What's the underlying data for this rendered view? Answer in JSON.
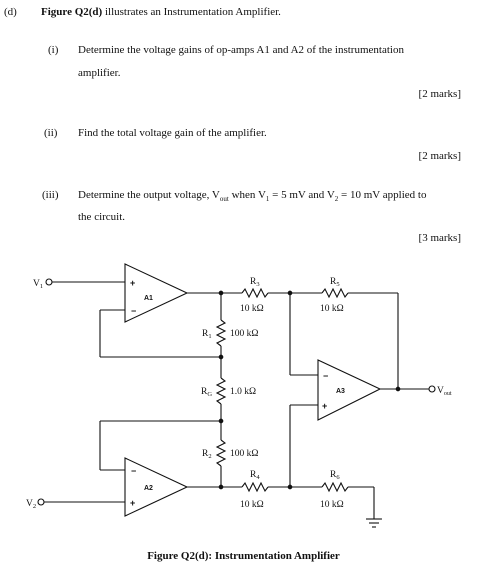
{
  "question": {
    "part_label": "(d)",
    "intro_bold": "Figure Q2(d)",
    "intro_rest": " illustrates an Instrumentation Amplifier.",
    "items": [
      {
        "label": "(i)",
        "line1": "Determine the voltage gains of op-amps A1 and A2 of the instrumentation",
        "line2": "amplifier.",
        "marks": "[2 marks]"
      },
      {
        "label": "(ii)",
        "line1": "Find the total voltage gain of the amplifier.",
        "marks": "[2 marks]"
      },
      {
        "label": "(iii)",
        "line1_a": "Determine the output voltage, V",
        "line1_sub": "out",
        "line1_b": " when V",
        "line1_sub2": "1",
        "line1_c": " = 5 mV and V",
        "line1_sub3": "2",
        "line1_d": " = 10 mV applied to",
        "line2": "the circuit.",
        "marks": "[3 marks]"
      }
    ]
  },
  "circuit": {
    "v1": {
      "name": "V",
      "sub": "1"
    },
    "v2": {
      "name": "V",
      "sub": "2"
    },
    "vout": {
      "name": "V",
      "sub": "out"
    },
    "opamps": {
      "a1": "A1",
      "a2": "A2",
      "a3": "A3"
    },
    "plus": "+",
    "minus": "−",
    "resistors": {
      "r3": {
        "name": "R",
        "sub": "3",
        "value": "10 kΩ"
      },
      "r5": {
        "name": "R",
        "sub": "5",
        "value": "10 kΩ"
      },
      "r1": {
        "name": "R",
        "sub": "1",
        "value": "100 kΩ"
      },
      "rg": {
        "name": "R",
        "sub": "G",
        "value": "1.0 kΩ"
      },
      "r2": {
        "name": "R",
        "sub": "2",
        "value": "100 kΩ"
      },
      "r4": {
        "name": "R",
        "sub": "4",
        "value": "10 kΩ"
      },
      "r6": {
        "name": "R",
        "sub": "6",
        "value": "10 kΩ"
      }
    }
  },
  "caption": "Figure Q2(d): Instrumentation Amplifier"
}
